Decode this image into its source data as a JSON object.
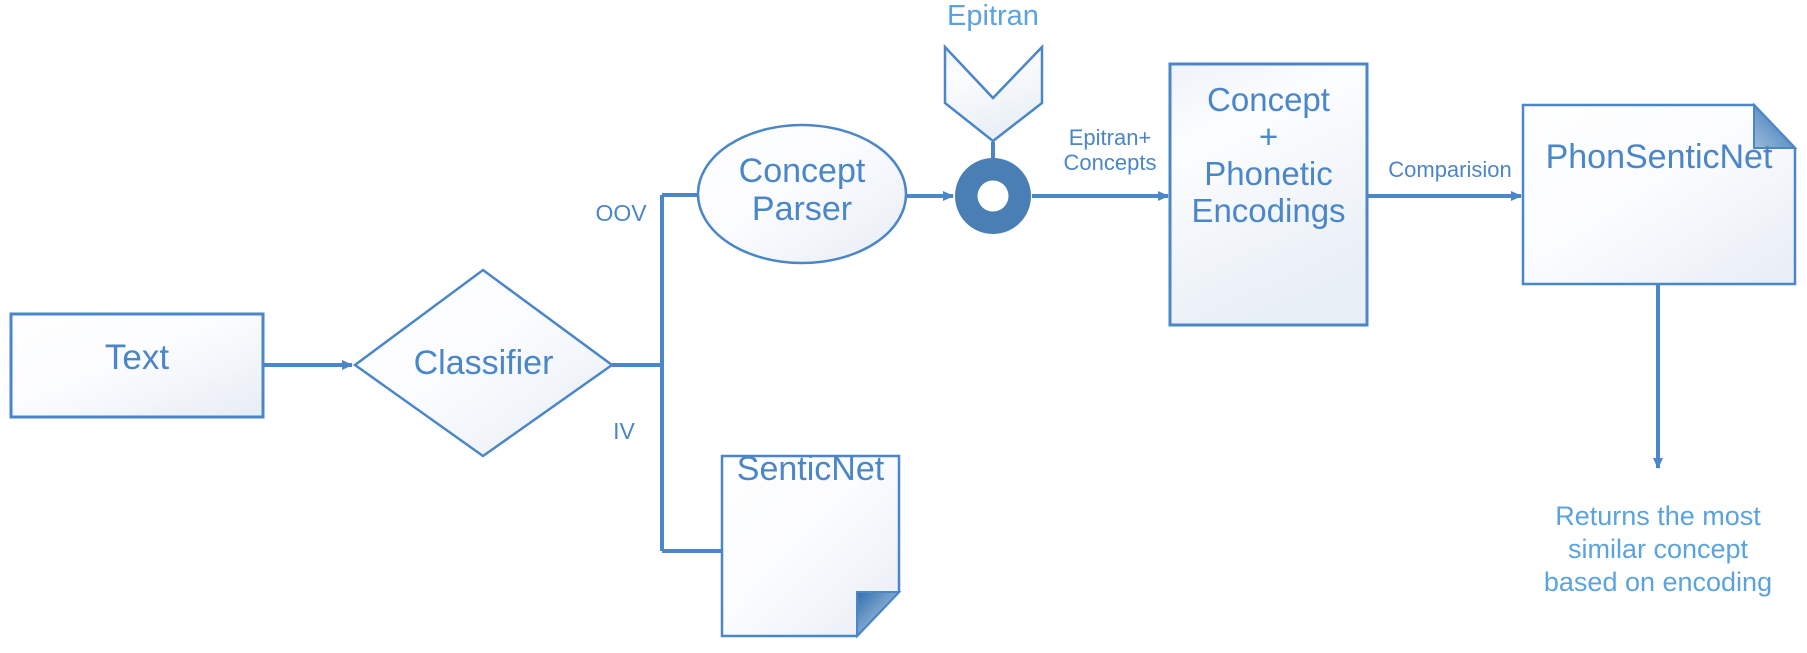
{
  "diagram": {
    "title": "PhonSenticNet pipeline flowchart",
    "colors": {
      "stroke": "#4a86c8",
      "text": "#4a86c8",
      "text_light": "#5ba3e0",
      "donut_fill": "#4a7fb5",
      "fold_fill": "#2f6fb0",
      "shape_fill_light": "#fdfdfe",
      "shape_fill_dark": "#e8edf5",
      "background": "#ffffff"
    },
    "nodes": [
      {
        "id": "text",
        "label": "Text",
        "shape": "rectangle"
      },
      {
        "id": "classifier",
        "label": "Classifier",
        "shape": "diamond"
      },
      {
        "id": "concept_parser",
        "label": "Concept\nParser",
        "shape": "ellipse"
      },
      {
        "id": "epitran",
        "label": "Epitran",
        "shape": "chevron-down"
      },
      {
        "id": "merge",
        "label": "",
        "shape": "donut"
      },
      {
        "id": "senticnet",
        "label": "SenticNet",
        "shape": "document-fold-bottom"
      },
      {
        "id": "encodings",
        "label": "Concept\n+\nPhonetic\nEncodings",
        "shape": "rectangle"
      },
      {
        "id": "phonsenticnet",
        "label": "PhonSenticNet",
        "shape": "document-fold-top"
      }
    ],
    "edge_labels": [
      {
        "id": "oov",
        "label": "OOV"
      },
      {
        "id": "iv",
        "label": "IV"
      },
      {
        "id": "epitran_concepts",
        "label": "Epitran+\nConcepts"
      },
      {
        "id": "comparision",
        "label": "Comparision"
      }
    ],
    "annotations": [
      {
        "id": "returns_note",
        "label": "Returns the most\nsimilar concept\nbased on encoding"
      }
    ]
  }
}
